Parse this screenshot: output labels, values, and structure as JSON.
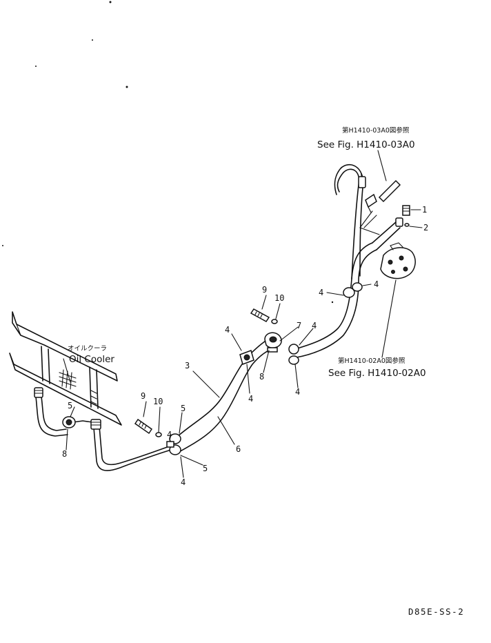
{
  "refs": {
    "top_jp": "第H1410-03A0図参照",
    "top_en": "See Fig. H1410-03A0",
    "mid_jp": "第H1410-02A0図参照",
    "mid_en": "See Fig. H1410-02A0"
  },
  "oil_cooler": {
    "jp": "オイルクーラ",
    "en": "Oil Cooler"
  },
  "callouts": [
    "1",
    "2",
    "3",
    "4",
    "5",
    "6",
    "7",
    "8",
    "9",
    "10"
  ],
  "drawing_code": "D85E-SS-2"
}
